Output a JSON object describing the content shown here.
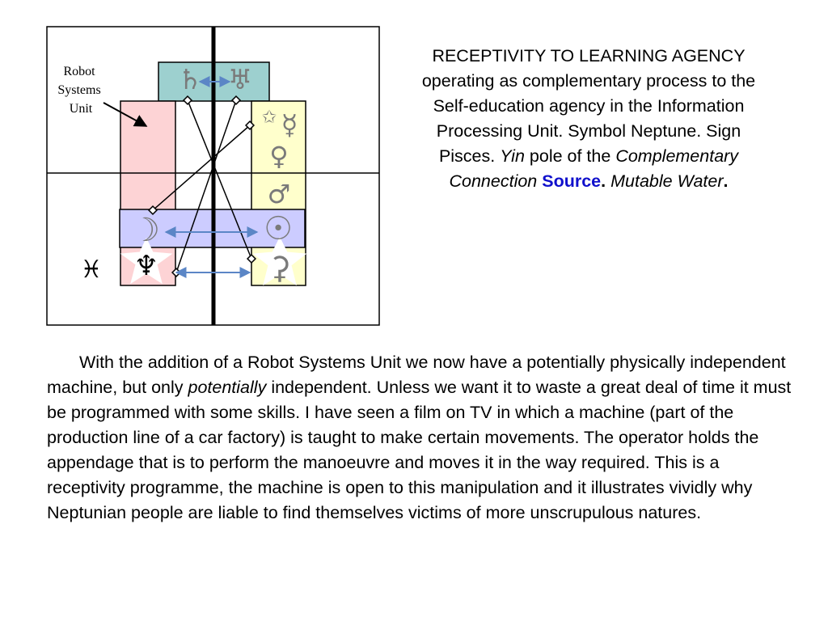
{
  "diagram": {
    "robot_label_lines": [
      "Robot",
      "Systems",
      "Unit"
    ],
    "symbols": {
      "saturn": "♄",
      "uranus": "♅",
      "star_small": "✩",
      "mercury": "☿",
      "venus": "♀",
      "mars": "♂",
      "moon": "☽",
      "sun": "☉",
      "neptune": "♆",
      "pisces": "♓",
      "ceres": "⚳"
    },
    "colors": {
      "teal": "#9dd0cf",
      "pink": "#fdd3d5",
      "yellow": "#ffffcc",
      "lavender": "#ccccff",
      "arrow_blue": "#5b86c6",
      "symbol_gray": "#7a7a7a",
      "source_blue": "#1010cc"
    }
  },
  "heading": {
    "line1": "RECEPTIVITY TO LEARNING AGENCY operating as complementary process to the Self-education agency in the Information Processing Unit. Symbol Neptune. Sign Pisces.",
    "yin": "Yin",
    "line2": "pole of the",
    "complementary": "Complementary Connection",
    "source": "Source",
    "dot1": ".",
    "mutable": "Mutable Water",
    "dot2": "."
  },
  "body": {
    "part1": "With the addition of a Robot Systems Unit we now have a potentially physically independent machine, but only",
    "italic": "potentially",
    "part2": "independent. Unless we want it to waste a great deal of time it must be programmed with some skills. I have seen a film on TV in which a machine (part of the production line of a car factory) is taught to make certain movements. The operator holds the appendage that is to perform the manoeuvre and moves it in the way required. This is a receptivity programme, the machine is open to this manipulation and it illustrates vividly why Neptunian people are liable to find themselves victims of more unscrupulous natures."
  }
}
